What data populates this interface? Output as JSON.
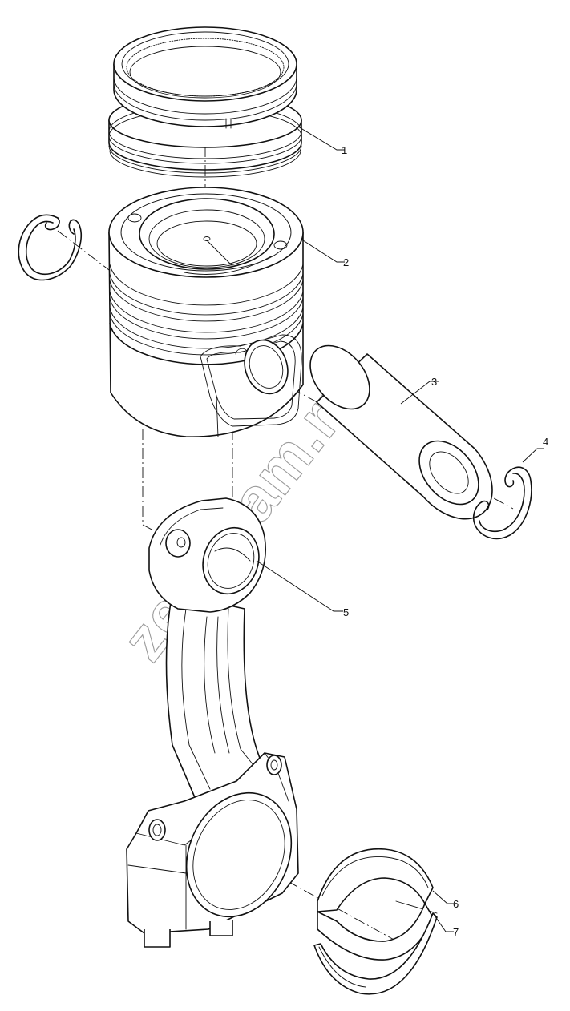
{
  "watermark": "zeppkam.ru",
  "callouts": [
    {
      "id": "1",
      "label": "1",
      "part": "piston-rings"
    },
    {
      "id": "2",
      "label": "2",
      "part": "piston"
    },
    {
      "id": "3",
      "label": "3",
      "part": "piston-pin"
    },
    {
      "id": "4",
      "label": "4",
      "part": "retaining-ring-right"
    },
    {
      "id": "5",
      "label": "5",
      "part": "connecting-rod"
    },
    {
      "id": "6",
      "label": "6",
      "part": "bearing-shell-upper"
    },
    {
      "id": "7",
      "label": "7",
      "part": "bearing-shell-lower"
    }
  ]
}
